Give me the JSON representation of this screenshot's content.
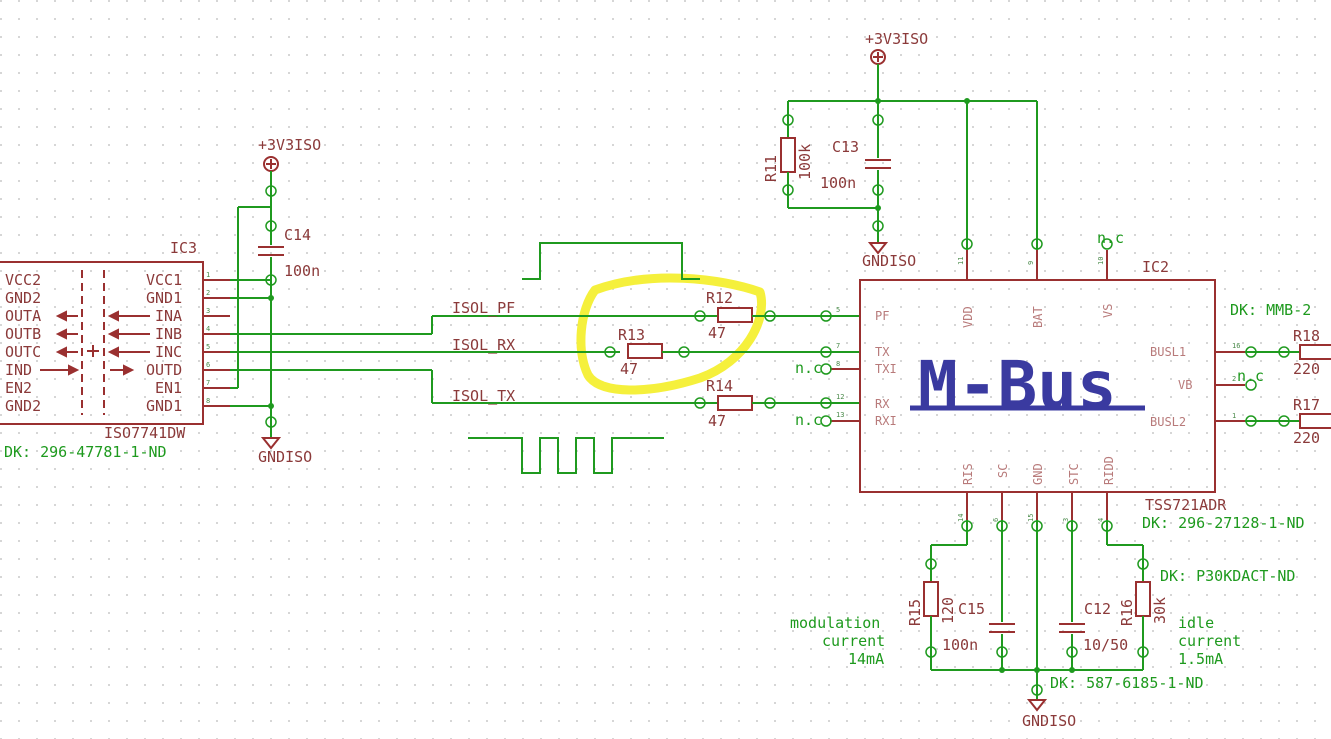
{
  "supplies": {
    "top_label": "+3V3ISO",
    "left_label": "+3V3ISO",
    "gnd_left": "GNDISO",
    "gnd_top": "GNDISO",
    "gnd_bottom": "GNDISO"
  },
  "ic3": {
    "name": "IC3",
    "part": "ISO7741DW",
    "dk": "DK: 296-47781-1-ND",
    "left_pins": [
      "VCC2",
      "GND2",
      "OUTA",
      "OUTB",
      "OUTC",
      "IND",
      "EN2",
      "GND2"
    ],
    "right_pins": [
      "VCC1",
      "GND1",
      "INA",
      "INB",
      "INC",
      "OUTD",
      "EN1",
      "GND1"
    ],
    "pin_numbers": [
      "1",
      "2",
      "3",
      "4",
      "5",
      "6",
      "7",
      "8"
    ]
  },
  "ic2": {
    "name": "IC2",
    "part": "TSS721ADR",
    "dk": "DK: 296-27128-1-ND",
    "logo": "M-Bus",
    "left_pins": [
      "PF",
      "TX",
      "TXI",
      "RX",
      "RXI"
    ],
    "top_pins": [
      "VDD",
      "BAT",
      "VS"
    ],
    "right_pins": [
      "BUSL1",
      "VB",
      "BUSL2"
    ],
    "bottom_pins": [
      "RIS",
      "SC",
      "GND",
      "STC",
      "RIDD"
    ],
    "pin_numbers_left": [
      "5",
      "7",
      "8",
      "12",
      "13"
    ],
    "pin_numbers_top": [
      "11",
      "9",
      "10"
    ],
    "pin_numbers_right": [
      "16",
      "2",
      "1"
    ],
    "pin_numbers_bottom": [
      "14",
      "6",
      "15",
      "3",
      "4"
    ]
  },
  "nets": {
    "pf": "ISOL_PF",
    "rx": "ISOL_RX",
    "tx": "ISOL_TX",
    "nc": "n.c"
  },
  "components": {
    "c14": {
      "name": "C14",
      "value": "100n"
    },
    "c13": {
      "name": "C13",
      "value": "100n"
    },
    "r11": {
      "name": "R11",
      "value": "100k"
    },
    "r12": {
      "name": "R12",
      "value": "47"
    },
    "r13": {
      "name": "R13",
      "value": "47"
    },
    "r14": {
      "name": "R14",
      "value": "47"
    },
    "r15": {
      "name": "R15",
      "value": "120"
    },
    "c15": {
      "name": "C15",
      "value": "100n"
    },
    "c12": {
      "name": "C12",
      "value": "10/50"
    },
    "r16": {
      "name": "R16",
      "value": "30k"
    },
    "r17": {
      "name": "R17",
      "value": "220"
    },
    "r18": {
      "name": "R18",
      "value": "220"
    }
  },
  "annotations": {
    "mmb": "DK: MMB-2",
    "p30k": "DK: P30KDACT-ND",
    "dk_bottom": "DK: 587-6185-1-ND",
    "mod_1": "modulation",
    "mod_2": "current",
    "mod_3": "14mA",
    "idle_1": "idle",
    "idle_2": "current",
    "idle_3": "1.5mA"
  },
  "colors": {
    "wire": "#1f9a1f",
    "part": "#9a3030",
    "highlight": "#f5f03c",
    "logo": "#3a3aa0",
    "grid": "#b9b9b9"
  }
}
